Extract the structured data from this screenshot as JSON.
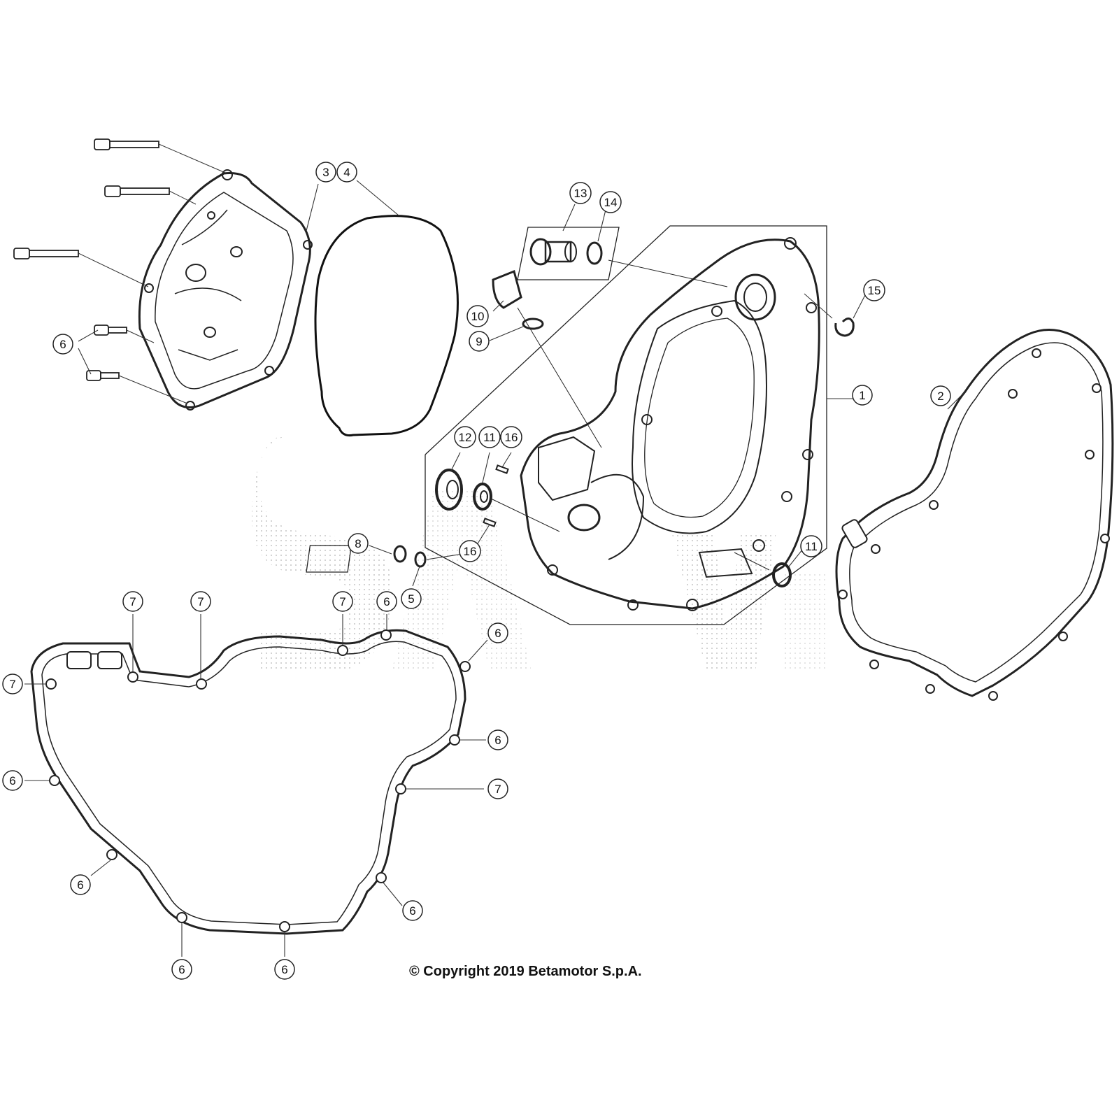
{
  "callouts": [
    {
      "id": "c1",
      "label": "1"
    },
    {
      "id": "c2",
      "label": "2"
    },
    {
      "id": "c3",
      "label": "3"
    },
    {
      "id": "c4",
      "label": "4"
    },
    {
      "id": "c5",
      "label": "5"
    },
    {
      "id": "c6",
      "label": "6"
    },
    {
      "id": "c7",
      "label": "7"
    },
    {
      "id": "c8",
      "label": "8"
    },
    {
      "id": "c9",
      "label": "9"
    },
    {
      "id": "c10",
      "label": "10"
    },
    {
      "id": "c11",
      "label": "11"
    },
    {
      "id": "c12",
      "label": "12"
    },
    {
      "id": "c13",
      "label": "13"
    },
    {
      "id": "c14",
      "label": "14"
    },
    {
      "id": "c15",
      "label": "15"
    },
    {
      "id": "c16",
      "label": "16"
    }
  ],
  "copyright": "© Copyright 2019 Betamotor S.p.A."
}
